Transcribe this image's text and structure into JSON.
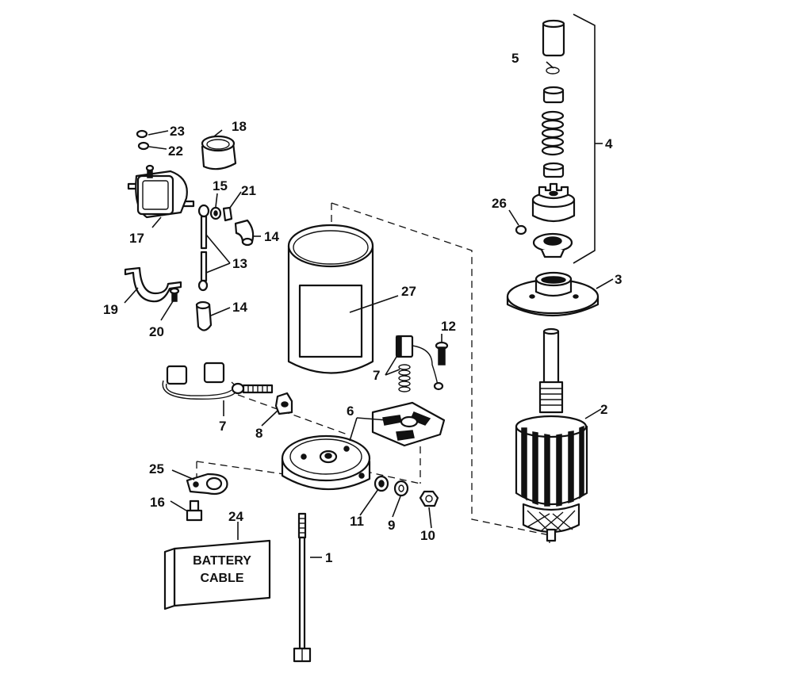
{
  "diagram": {
    "callouts": {
      "c1": "1",
      "c2": "2",
      "c3": "3",
      "c4": "4",
      "c5": "5",
      "c6": "6",
      "c7a": "7",
      "c7b": "7",
      "c8": "8",
      "c9": "9",
      "c10": "10",
      "c11": "11",
      "c12": "12",
      "c13": "13",
      "c14a": "14",
      "c14b": "14",
      "c15": "15",
      "c16": "16",
      "c17": "17",
      "c18": "18",
      "c19": "19",
      "c20": "20",
      "c21": "21",
      "c22": "22",
      "c23": "23",
      "c24": "24",
      "c25": "25",
      "c26": "26",
      "c27": "27"
    },
    "battery_cable_box": {
      "line1": "BATTERY",
      "line2": "CABLE"
    },
    "colors": {
      "ink": "#111111",
      "paper": "#ffffff"
    }
  }
}
